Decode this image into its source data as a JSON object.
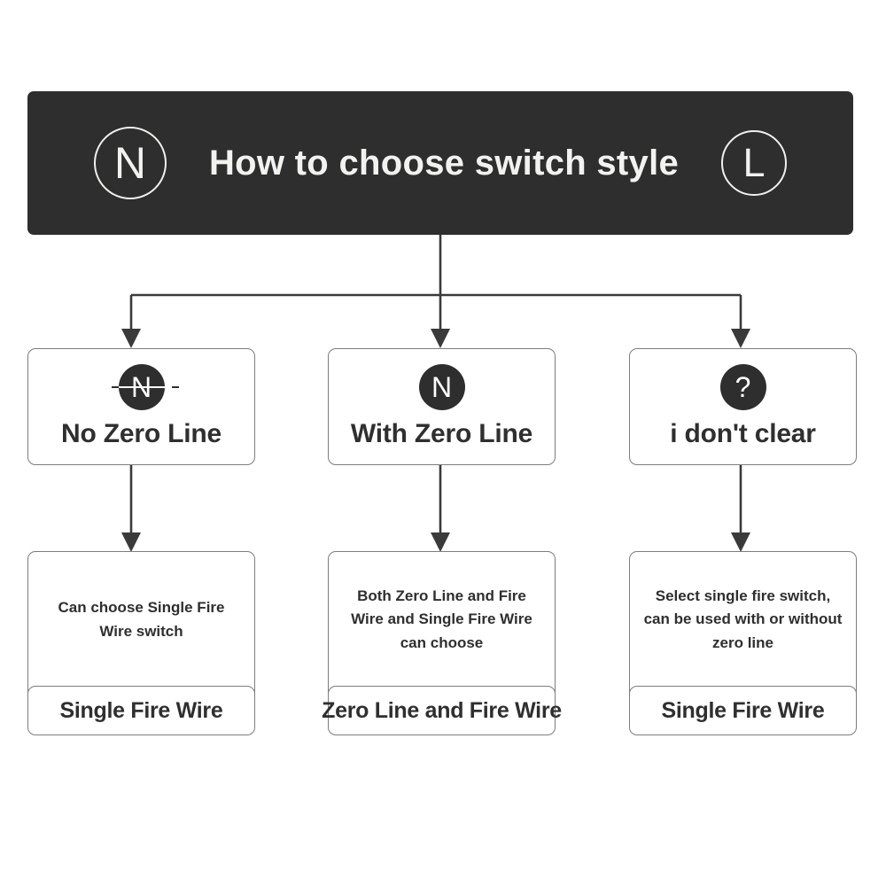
{
  "header": {
    "title": "How to choose switch style",
    "left_circle": "N",
    "right_circle": "L",
    "background_color": "#2e2e2e",
    "text_color": "#f2f2f0"
  },
  "columns": [
    {
      "badge_glyph": "N",
      "badge_style": "crossed-out",
      "option_label": "No Zero Line",
      "result_description": "Can choose Single Fire Wire switch",
      "result_footer": "Single Fire Wire"
    },
    {
      "badge_glyph": "N",
      "badge_style": "plain",
      "option_label": "With Zero Line",
      "result_description": "Both Zero Line and Fire Wire and Single Fire Wire can choose",
      "result_footer": "Zero Line and Fire Wire"
    },
    {
      "badge_glyph": "?",
      "badge_style": "plain",
      "option_label": "i don't clear",
      "result_description": "Select single fire switch, can be used with or without zero line",
      "result_footer": "Single Fire Wire"
    }
  ],
  "theme": {
    "page_background": "#ffffff",
    "card_border_color": "#7d7d7d",
    "badge_color": "#2e2e2e",
    "text_color": "#2f2f2f",
    "connector_color": "#3a3a3a"
  }
}
